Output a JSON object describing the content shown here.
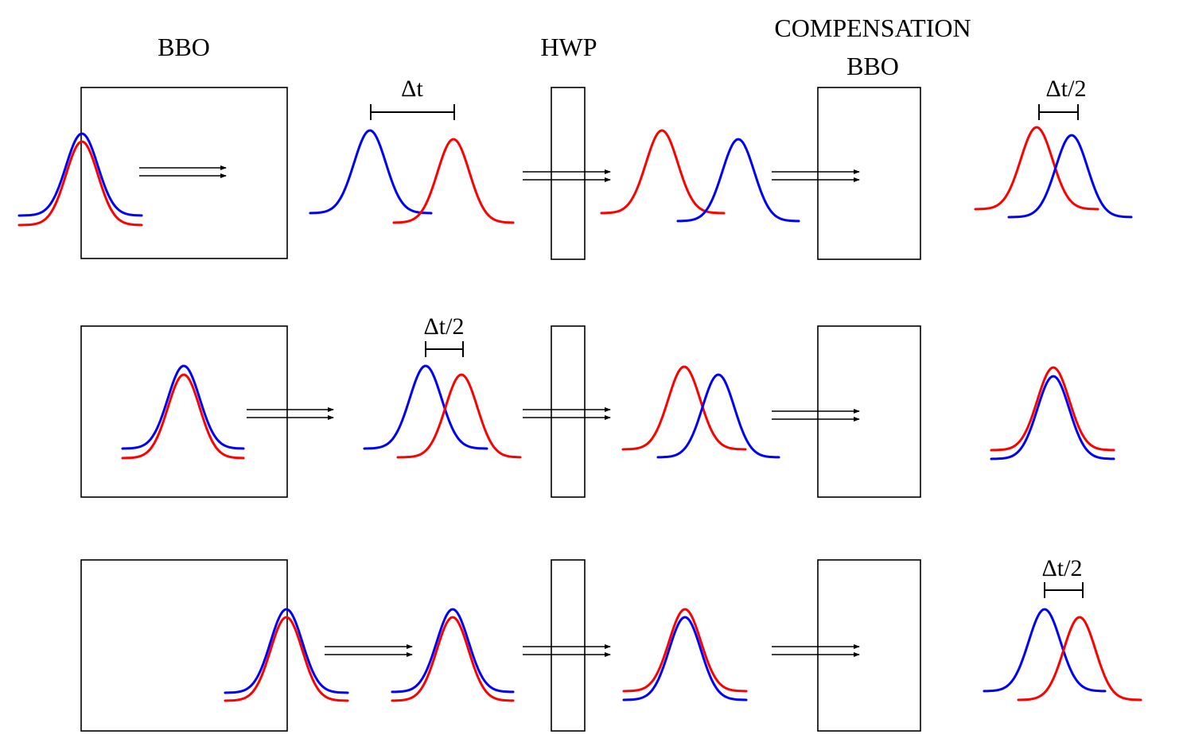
{
  "labels": {
    "bbo": "BBO",
    "hwp": "HWP",
    "compensation_line1": "COMPENSATION",
    "compensation_line2": "BBO"
  },
  "delays": {
    "row1_after_bbo": "Δt",
    "row1_output": "Δt/2",
    "row2_after_bbo": "Δt/2",
    "row3_output": "Δt/2"
  },
  "colors": {
    "pulse_a": "#0000ff",
    "pulse_b": "#ff0000",
    "outline": "#000000"
  }
}
